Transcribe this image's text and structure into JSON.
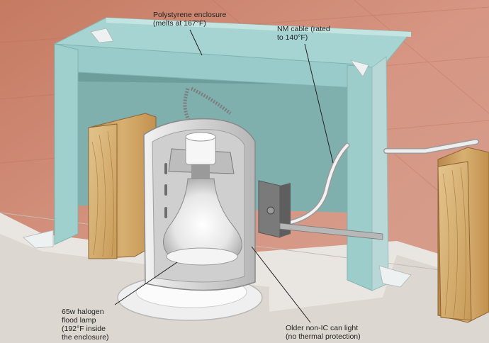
{
  "callouts": {
    "enclosure": "Polystyrene enclosure\n(melts at 167°F)",
    "cable": "NM cable (rated\nto 140°F)",
    "lamp": "65w halogen\nflood lamp\n(192°F inside\nthe enclosure)",
    "can_light": "Older non-IC can light\n(no thermal protection)"
  },
  "colors": {
    "insulation_face": "#9ed0cf",
    "insulation_shadow": "#7fb3b3",
    "joist_wood": "#d0a865",
    "ceiling_board": "#ddd8d2",
    "background_wood": "#c8836e",
    "can_housing": "#d9d9d9"
  }
}
